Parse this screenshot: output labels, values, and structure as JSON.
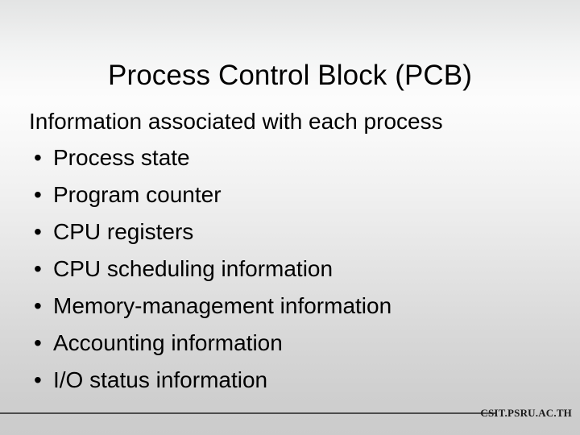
{
  "slide": {
    "title": "Process Control Block (PCB)",
    "intro": "Information associated with each process",
    "bullet_glyph": "•",
    "bullets": [
      {
        "label": "Process state"
      },
      {
        "label": "Program counter"
      },
      {
        "label": "CPU registers"
      },
      {
        "label": "CPU scheduling information"
      },
      {
        "label": "Memory-management information"
      },
      {
        "label": "Accounting information"
      },
      {
        "label": "I/O status information"
      }
    ],
    "footer": {
      "text": "CSIT.PSRU.AC.TH"
    },
    "colors": {
      "text": "#000000",
      "rule": "#4d4d4d",
      "background_top": "#e3e4e4",
      "background_mid": "#fcfcfc",
      "background_bottom": "#cbcbcb"
    }
  }
}
